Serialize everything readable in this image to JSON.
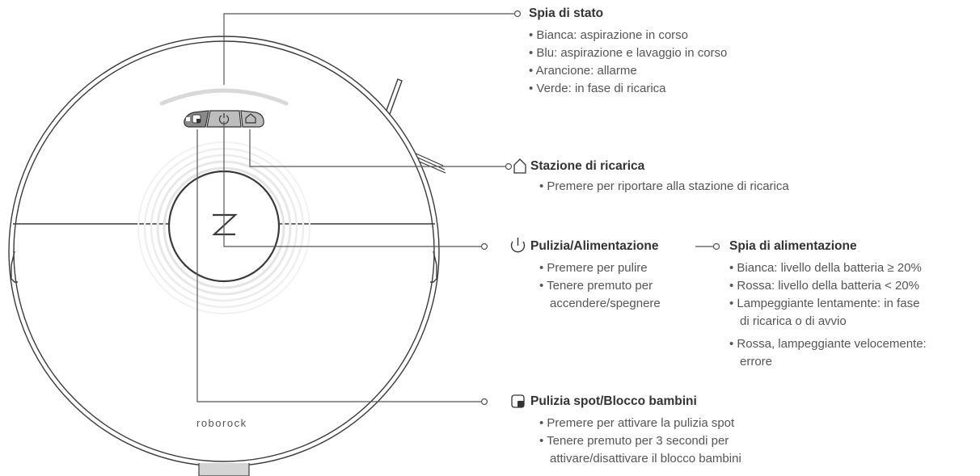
{
  "brand": "roborock",
  "sections": {
    "status_light": {
      "title": "Spia di stato",
      "items": [
        "Bianca: aspirazione in corso",
        "Blu: aspirazione e lavaggio in corso",
        "Arancione: allarme",
        "Verde: in fase di ricarica"
      ]
    },
    "dock": {
      "title": "Stazione di ricarica",
      "icon": "home-icon",
      "items": [
        "Premere per riportare alla stazione di ricarica"
      ]
    },
    "clean_power": {
      "title": "Pulizia/Alimentazione",
      "icon": "power-icon",
      "items": [
        "Premere per pulire",
        "Tenere premuto per",
        "accendere/spegnere"
      ]
    },
    "power_light": {
      "title": "Spia di alimentazione",
      "items": [
        "Bianca: livello della batteria ≥ 20%",
        "Rossa: livello della batteria < 20%",
        "Lampeggiante lentamente: in fase",
        "di ricarica o di avvio",
        "Rossa, lampeggiante velocemente:",
        "errore"
      ]
    },
    "spot_lock": {
      "title": "Pulizia spot/Blocco bambini",
      "icon": "spot-clean-icon",
      "items": [
        "Premere per attivare la pulizia spot",
        "Tenere premuto per 3 secondi per",
        "attivare/disattivare il blocco bambini"
      ]
    }
  }
}
